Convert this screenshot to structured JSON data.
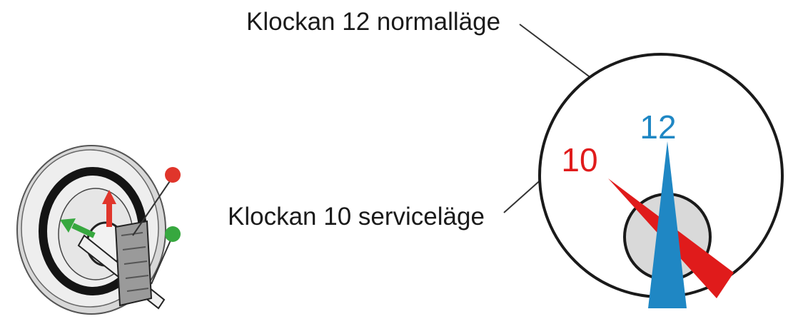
{
  "labels": {
    "normal_position": "Klockan 12 normalläge",
    "service_position": "Klockan 10 serviceläge"
  },
  "dial": {
    "number_12": "12",
    "number_10": "10"
  },
  "colors": {
    "normal": "#1f87c4",
    "service": "#e01b1b",
    "indicator_green": "#37a83f",
    "indicator_red": "#e0352b",
    "outline": "#1a1a1a"
  },
  "icons": {
    "lock": "key-lock-cylinder-icon",
    "dial": "clock-dial-icon"
  }
}
